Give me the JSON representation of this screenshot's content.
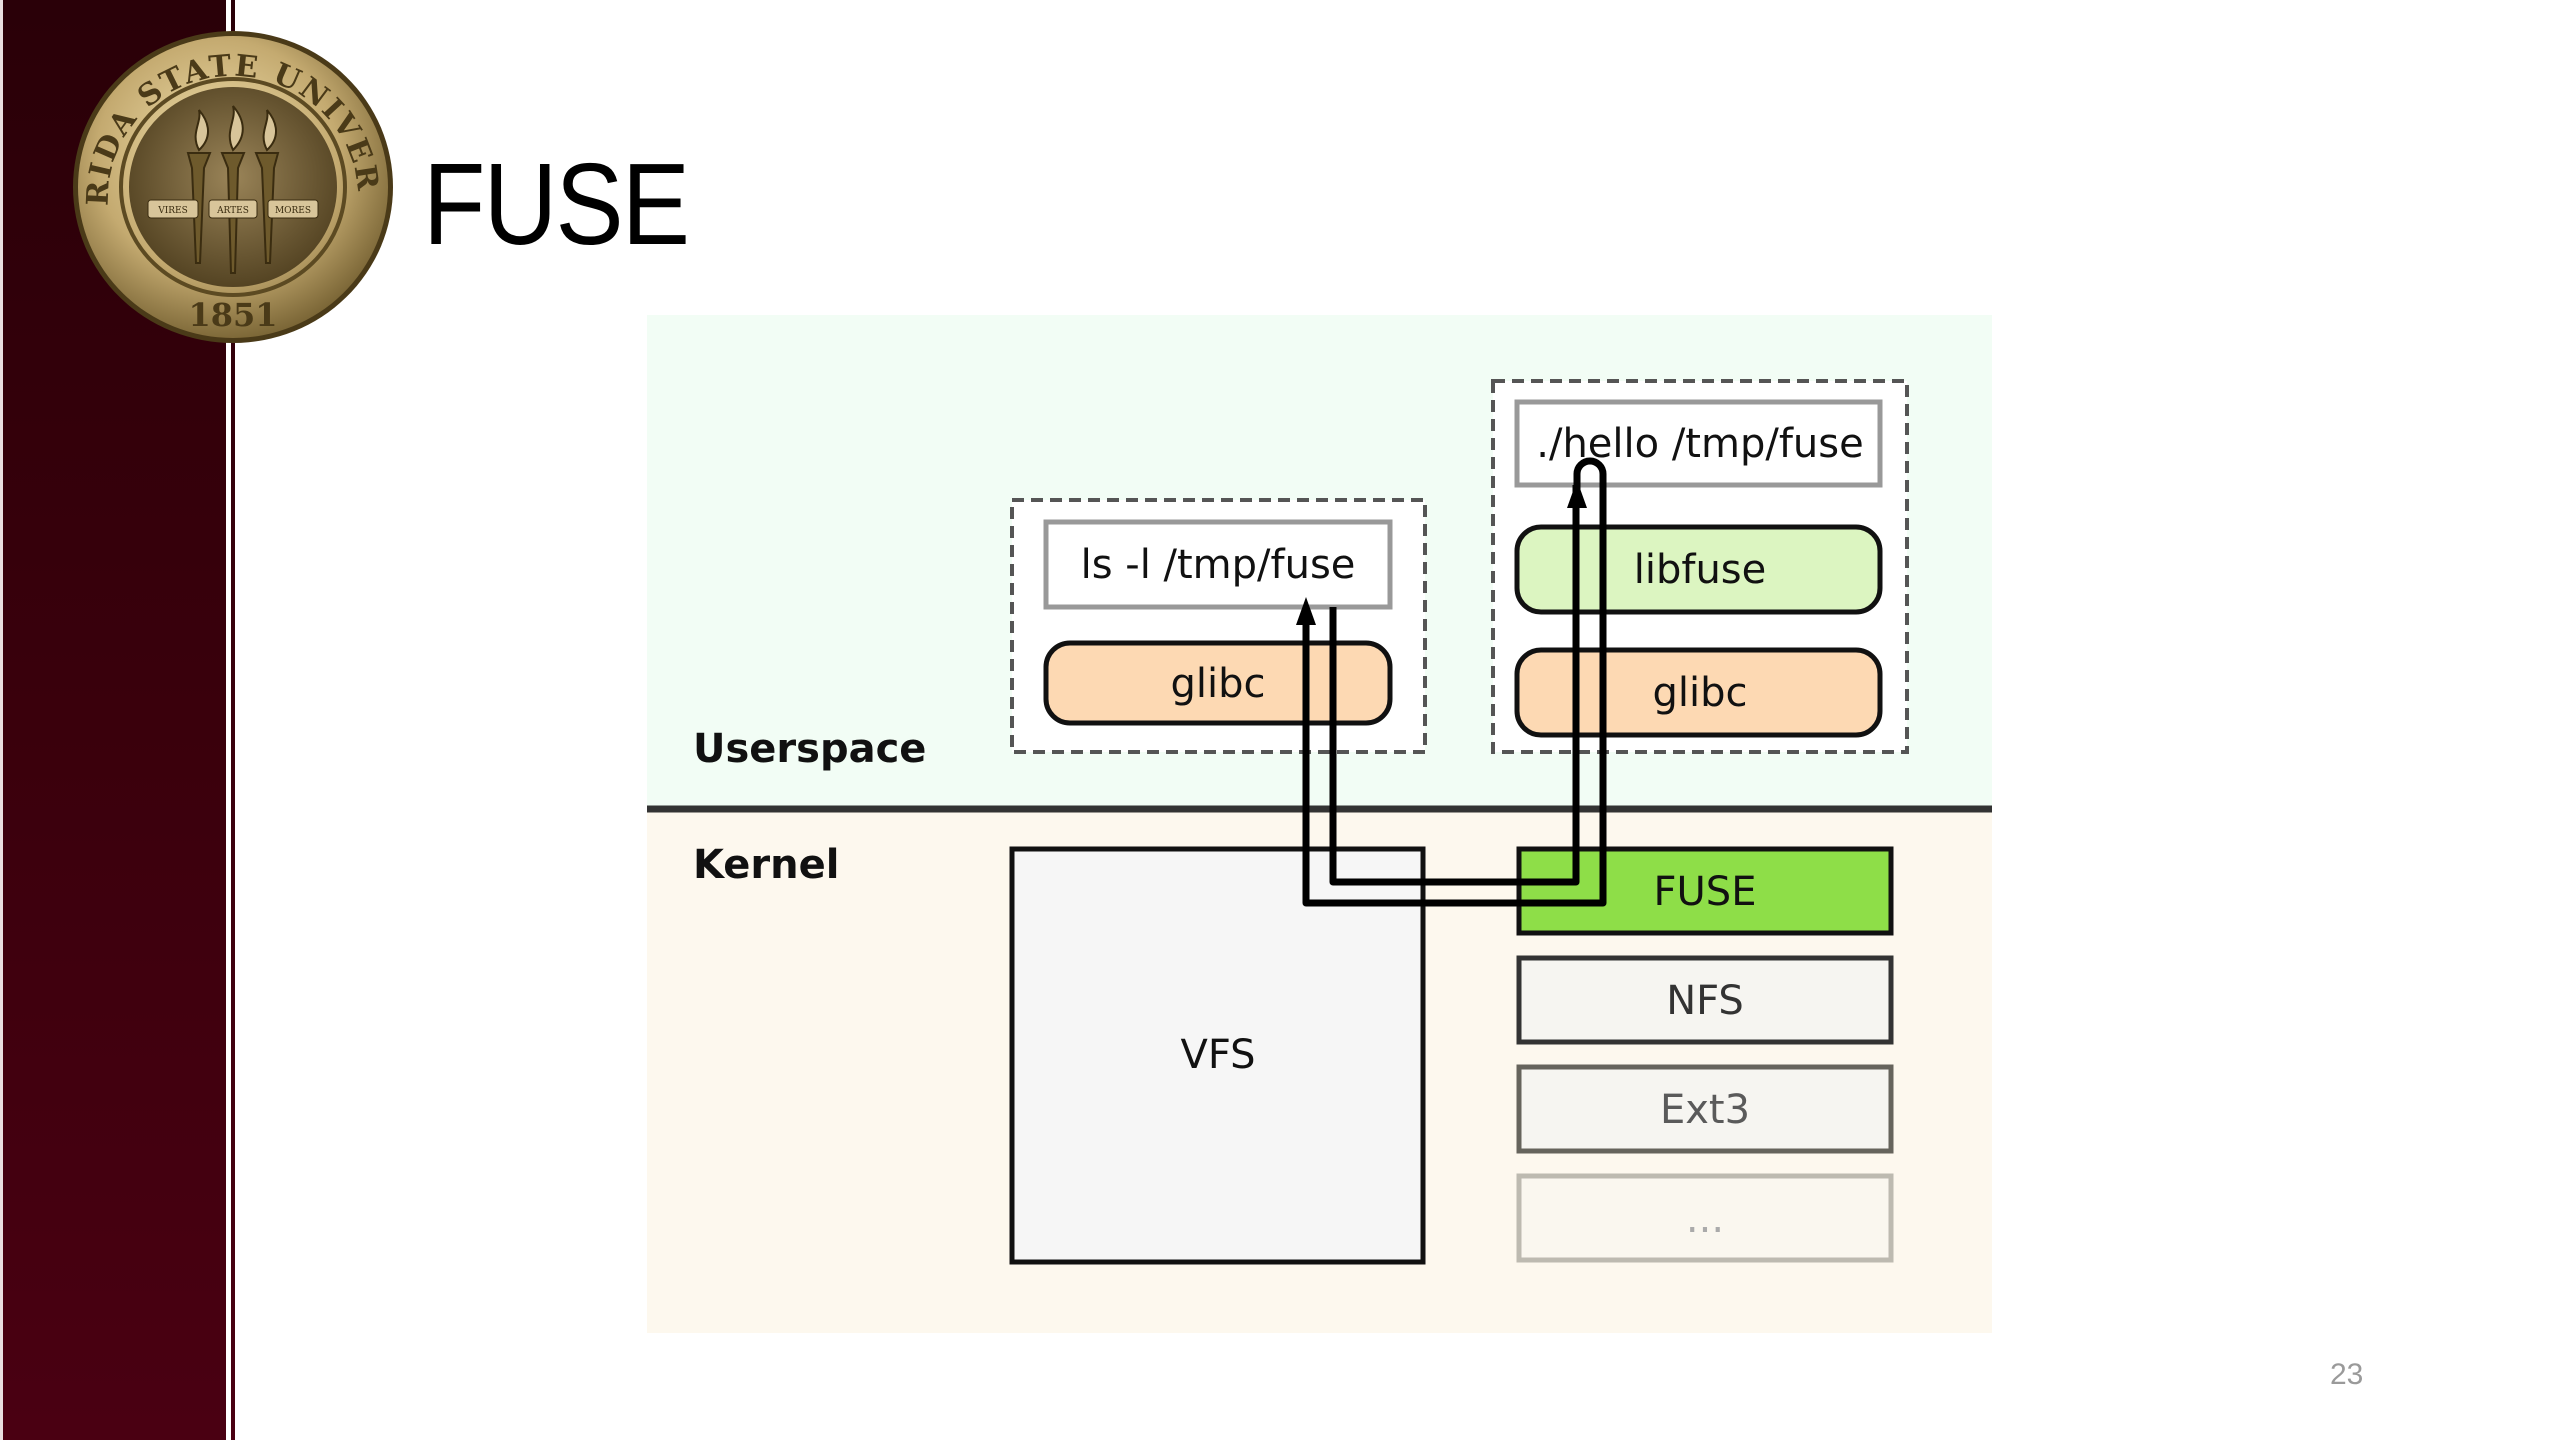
{
  "slide": {
    "title": "FUSE",
    "page_number": "23"
  },
  "logo": {
    "name": "Florida State University seal",
    "ring_text_top": "FLORIDA STATE UNIVERSITY",
    "year": "1851",
    "banners": [
      "VIRES",
      "ARTES",
      "MORES"
    ]
  },
  "diagram": {
    "regions": {
      "userspace_label": "Userspace",
      "kernel_label": "Kernel"
    },
    "client_process": {
      "command": "ls -l /tmp/fuse",
      "library": "glibc"
    },
    "fuse_process": {
      "command": "./hello /tmp/fuse",
      "libraries": [
        "libfuse",
        "glibc"
      ]
    },
    "kernel": {
      "vfs": "VFS",
      "filesystems": [
        "FUSE",
        "NFS",
        "Ext3",
        "..."
      ]
    },
    "colors": {
      "userspace_bg": "#f2fdf5",
      "kernel_bg": "#fdf8ee",
      "glibc_fill": "#fdd9b3",
      "libfuse_fill": "#dcf5c1",
      "fuse_fill": "#8ede48",
      "box_fill": "#f6f6f6"
    }
  }
}
